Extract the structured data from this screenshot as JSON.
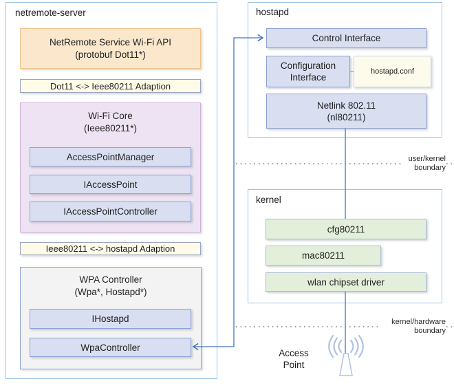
{
  "colors": {
    "connector_blue": "#4472c4",
    "container_border": "#9dc3e6",
    "api_fill": "#fbe8cc",
    "api_border": "#eec48a",
    "adaption_fill": "#fefce8",
    "module_fill": "#d9dff1",
    "module_border": "#8fa2d4",
    "wifi_core_fill": "#eee3f3",
    "kernel_module_fill": "#e3efda",
    "boundary_dots": "#7f7f7f",
    "antenna_blue": "#b0c2e4"
  },
  "netremote": {
    "title": "netremote-server",
    "api": {
      "line1": "NetRemote Service Wi-Fi API",
      "line2": "(protobuf Dot11*)"
    },
    "adaption_dot11": "Dot11 <-> Ieee80211 Adaption",
    "wifi_core": {
      "line1": "Wi-Fi Core",
      "line2": "(Ieee80211*)",
      "modules": [
        "AccessPointManager",
        "IAccessPoint",
        "IAccessPointController"
      ]
    },
    "adaption_hostapd": "Ieee80211 <-> hostapd Adaption",
    "wpa": {
      "line1": "WPA Controller",
      "line2": "(Wpa*, Hostapd*)",
      "modules": [
        "IHostapd",
        "WpaController"
      ]
    }
  },
  "hostapd": {
    "title": "hostapd",
    "control_interface": "Control Interface",
    "configuration_interface": {
      "line1": "Configuration",
      "line2": "Interface"
    },
    "conf_file": "hostapd.conf",
    "netlink": {
      "line1": "Netlink 802.11",
      "line2": "(nl80211)"
    }
  },
  "kernel": {
    "title": "kernel",
    "modules": [
      "cfg80211",
      "mac80211",
      "wlan chipset driver"
    ]
  },
  "boundaries": {
    "user_kernel": {
      "line1": "user/kernel",
      "line2": "boundary"
    },
    "kernel_hardware": {
      "line1": "kernel/hardware",
      "line2": "boundary"
    }
  },
  "access_point": {
    "line1": "Access",
    "line2": "Point"
  }
}
